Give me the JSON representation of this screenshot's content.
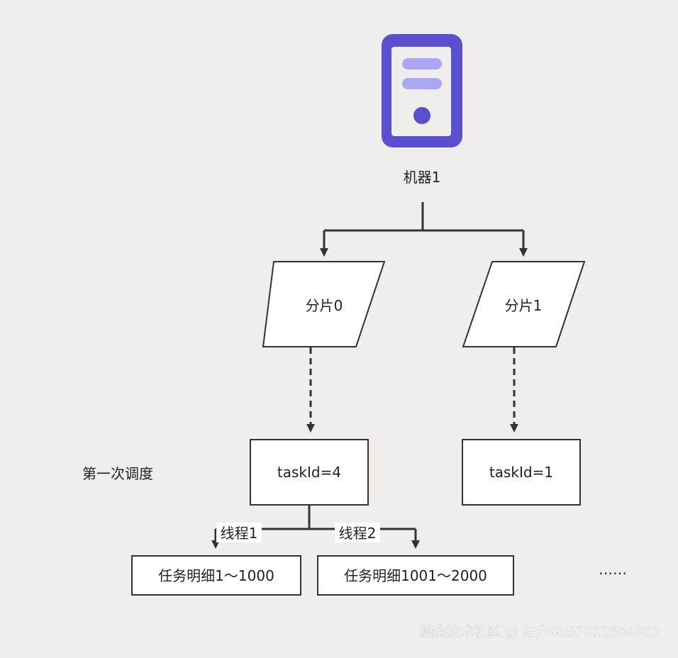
{
  "colors": {
    "background": "#efeeed",
    "server_body": "#5b4fcf",
    "server_face": "#efeeed",
    "server_bar": "#aba7f5",
    "node_fill": "#ffffff",
    "stroke": "#333333"
  },
  "server": {
    "icon": "server-icon",
    "label": "机器1"
  },
  "shards": [
    {
      "label": "分片0"
    },
    {
      "label": "分片1"
    }
  ],
  "tasks": [
    {
      "label": "taskId=4"
    },
    {
      "label": "taskId=1"
    }
  ],
  "schedule_label": "第一次调度",
  "threads": [
    {
      "label": "线程1"
    },
    {
      "label": "线程2"
    }
  ],
  "details": [
    {
      "label": "任务明细1～1000"
    },
    {
      "label": "任务明细1001～2000"
    }
  ],
  "ellipsis": "……",
  "watermark": "掘金技术社区 @ 用户4057612584819"
}
